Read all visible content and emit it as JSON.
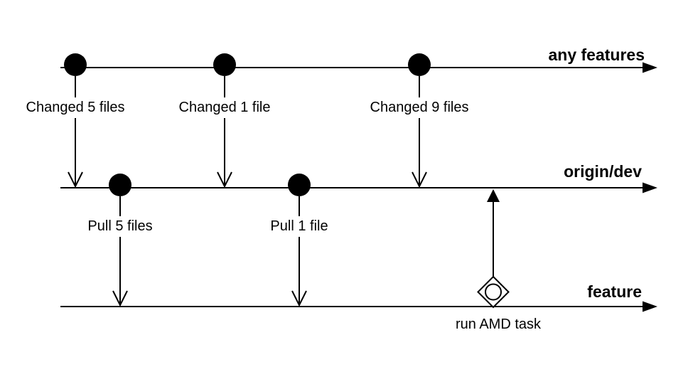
{
  "diagram": {
    "colors": {
      "ink": "#000000",
      "background": "#ffffff"
    },
    "branches": {
      "any_features": {
        "label": "any features"
      },
      "origin_dev": {
        "label": "origin/dev"
      },
      "feature": {
        "label": "feature"
      }
    },
    "transfer_labels": {
      "changed_5": "Changed 5 files",
      "changed_1": "Changed 1 file",
      "changed_9": "Changed 9 files",
      "pull_5": "Pull 5 files",
      "pull_1": "Pull 1 file"
    },
    "task": {
      "label": "run AMD task"
    }
  }
}
